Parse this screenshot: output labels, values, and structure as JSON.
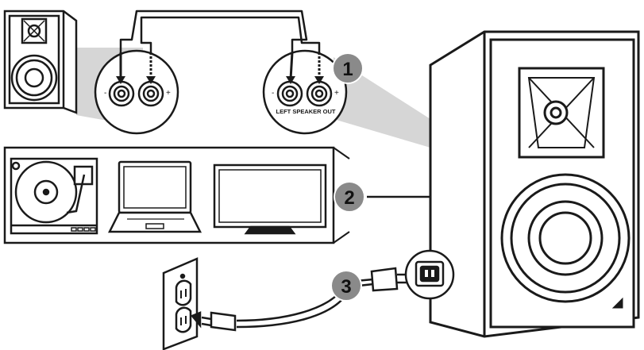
{
  "steps": [
    {
      "number": "1"
    },
    {
      "number": "2"
    },
    {
      "number": "3"
    }
  ],
  "terminals": {
    "left_speaker": {
      "minus": "-",
      "plus": "+"
    },
    "right_speaker": {
      "minus": "-",
      "plus": "+",
      "label": "LEFT SPEAKER OUT"
    }
  },
  "sources": [
    {
      "icon": "turntable-icon"
    },
    {
      "icon": "laptop-icon"
    },
    {
      "icon": "tv-icon"
    }
  ],
  "colors": {
    "line": "#1a1a1a",
    "badge_fill": "#8a8a8a",
    "callout_fill": "#d6d6d6",
    "badge_text": "#111111"
  }
}
